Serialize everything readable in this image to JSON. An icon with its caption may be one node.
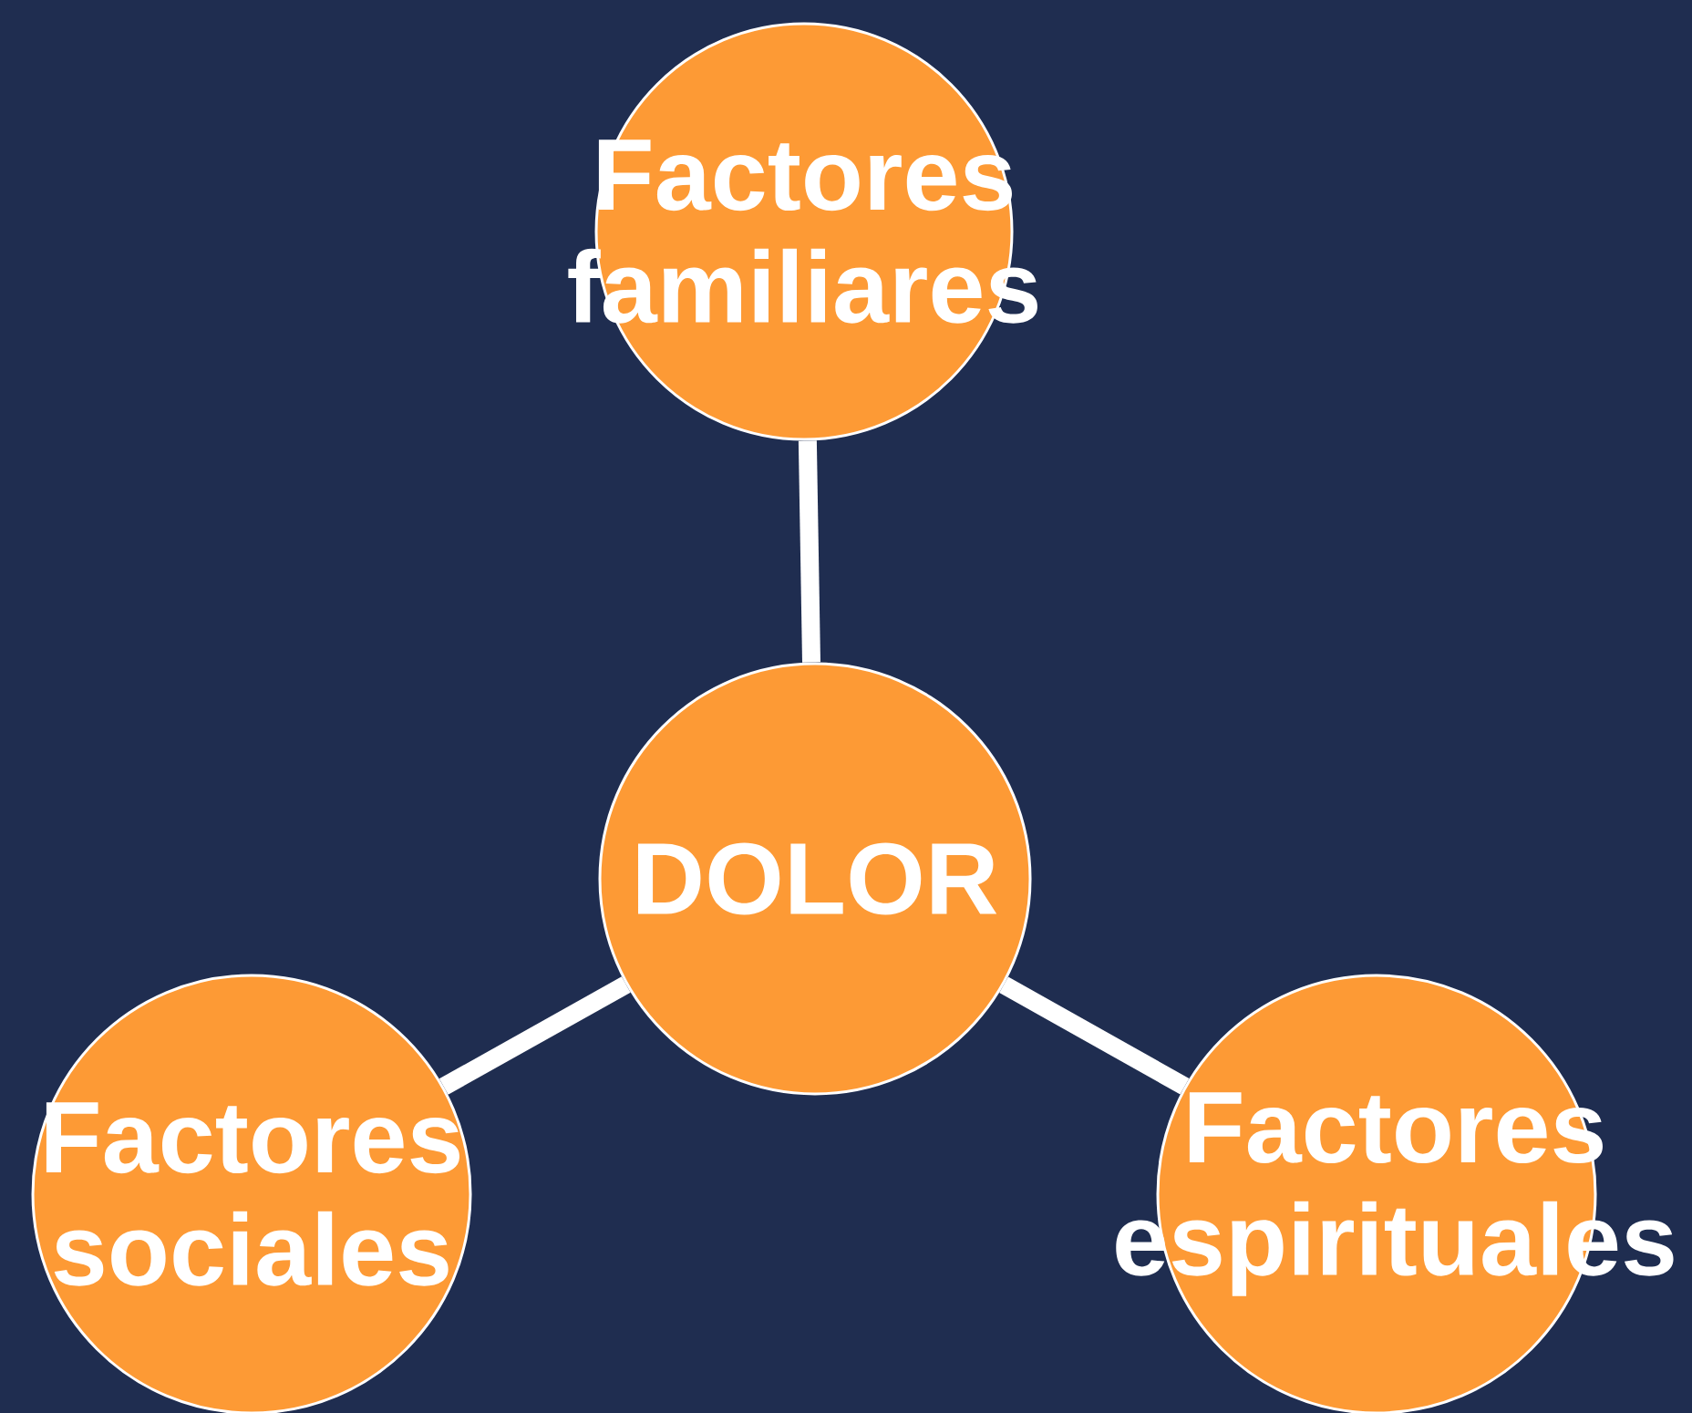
{
  "diagram": {
    "nodes": [
      {
        "text": [
          "Factores familiares"
        ]
      },
      {
        "text": [
          "DOLOR"
        ]
      },
      {
        "text": [
          "Factores sociales"
        ]
      },
      {
        "text": [
          "Factores espirituales"
        ]
      }
    ],
    "edges": [
      {
        "from": 1,
        "to": 0,
        "arrow": "none"
      },
      {
        "from": 1,
        "to": 2,
        "arrow": "none"
      },
      {
        "from": 1,
        "to": 3,
        "arrow": "none"
      }
    ]
  }
}
